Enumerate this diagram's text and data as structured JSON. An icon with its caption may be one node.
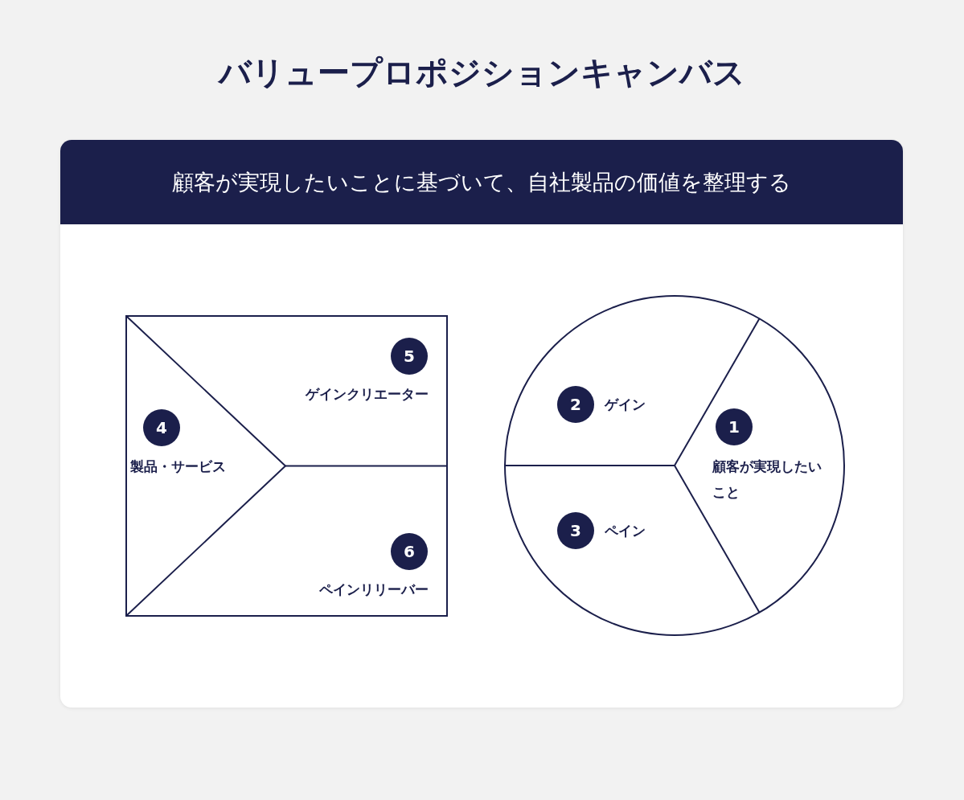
{
  "diagram": {
    "title": "バリュープロポジションキャンバス",
    "nodes": [
      {
        "text": [
          "顧客が実現したいことに基づいて、自社製品の価値を整理する"
        ]
      },
      {
        "text": [],
        "shape": "box",
        "in": 0
      },
      {
        "text": [
          "4",
          "製品・サービス"
        ],
        "in": 1
      },
      {
        "text": [
          "5",
          "ゲインクリエーター"
        ],
        "in": 1
      },
      {
        "text": [
          "6",
          "ペインリリーバー"
        ],
        "in": 1
      },
      {
        "text": [],
        "shape": "circle",
        "in": 0
      },
      {
        "text": [
          "1",
          "顧客が実現したいこと"
        ],
        "in": 5
      },
      {
        "text": [
          "2",
          "ゲイン"
        ],
        "in": 5
      },
      {
        "text": [
          "3",
          "ペイン"
        ],
        "in": 5
      }
    ],
    "edges": []
  }
}
